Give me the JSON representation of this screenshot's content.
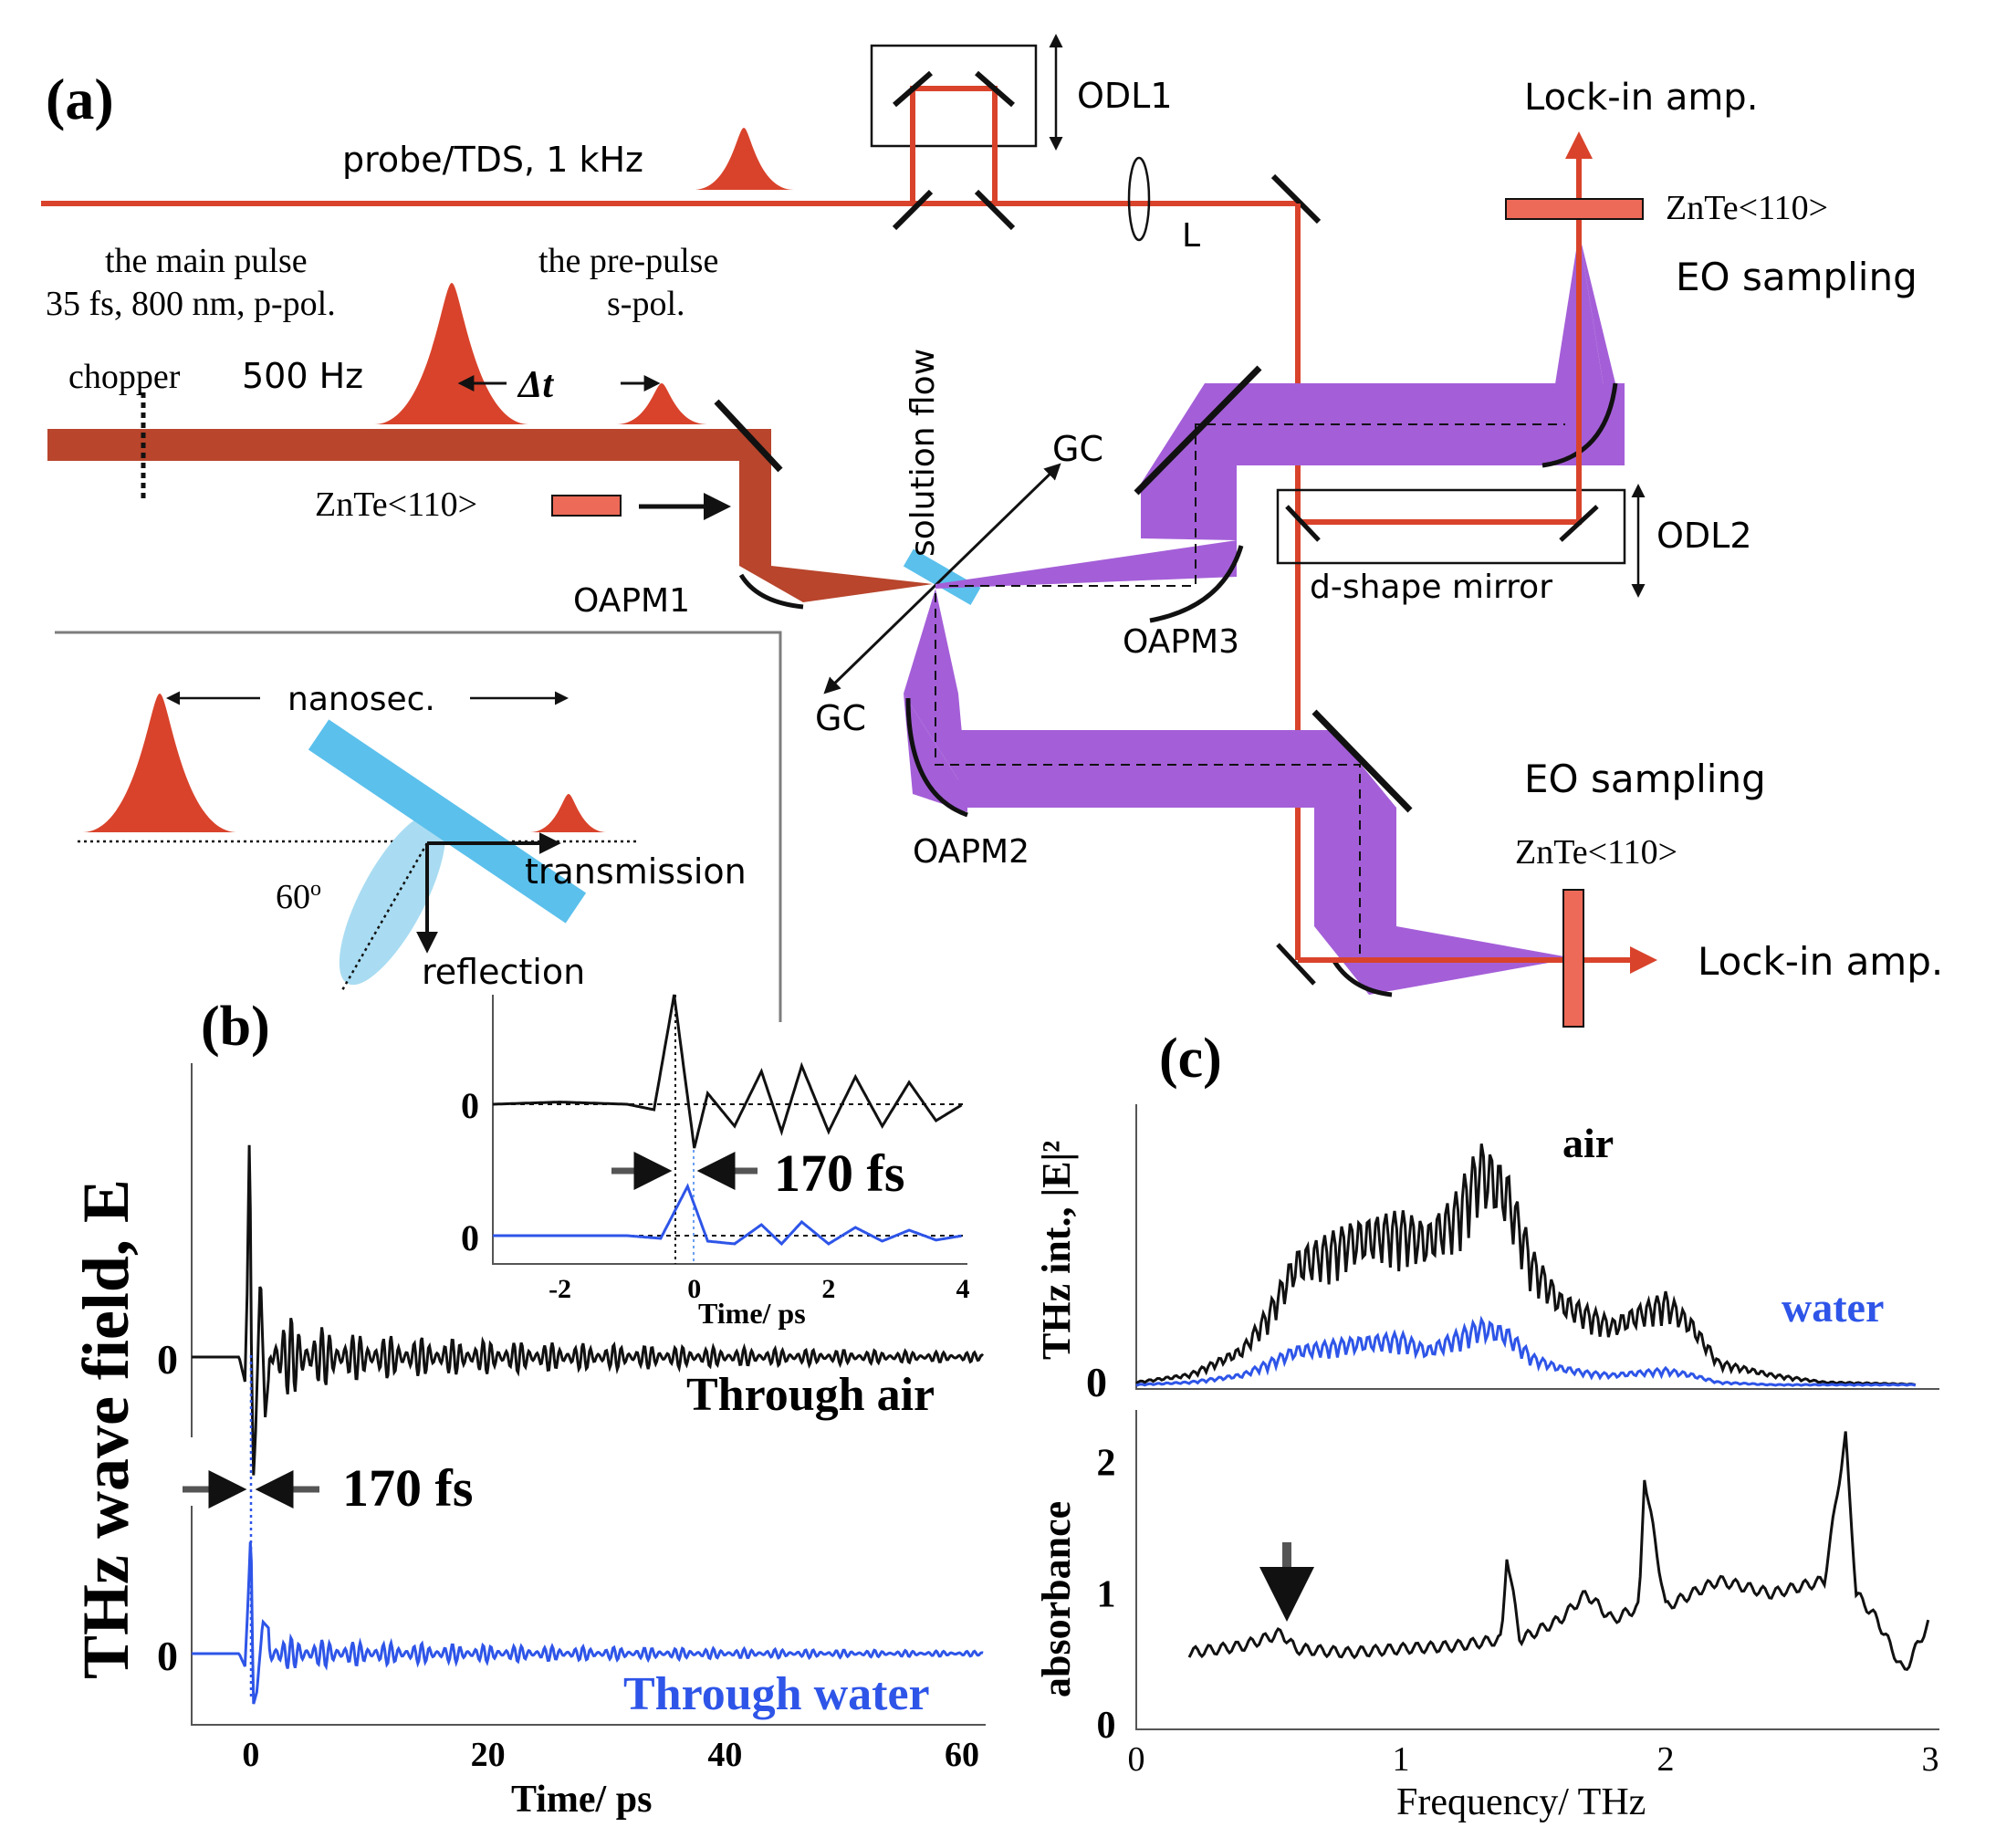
{
  "colors": {
    "laser": "#d9432b",
    "main_beam": "#b8452c",
    "thz_beam": "#a45fd8",
    "sample": "#5bc0ec",
    "sample_light": "#a9dcf2",
    "crystal": "#ec6a57",
    "water_trace": "#2e55e8",
    "air_trace": "#111111",
    "frame": "#7d7d7d"
  },
  "panel_a": {
    "panel_label": "(a)",
    "probe": "probe/TDS, 1 kHz",
    "odl1": "ODL1",
    "lens": "L",
    "lockin_top": "Lock-in amp.",
    "znte_top": "ZnTe<110>",
    "eo_top": "EO sampling",
    "main_pulse_1": "the main pulse",
    "main_pulse_2": "35 fs, 800 nm, p-pol.",
    "pre_pulse_1": "the pre-pulse",
    "pre_pulse_2": "s-pol.",
    "chopper": "chopper",
    "chopper_rate": "500 Hz",
    "delay": "Δt",
    "solution_flow": "solution flow",
    "gc_top": "GC",
    "gc_bottom": "GC",
    "znte_left": "ZnTe<110>",
    "oapm1": "OAPM1",
    "oapm2": "OAPM2",
    "oapm3": "OAPM3",
    "odl2": "ODL2",
    "dshape": "d-shape mirror",
    "eo_bottom": "EO sampling",
    "znte_bottom": "ZnTe<110>",
    "lockin_bottom": "Lock-in amp.",
    "inset": {
      "nanosec": "nanosec.",
      "transmission": "transmission",
      "reflection": "reflection",
      "angle_value": "60",
      "angle_sup": "o"
    }
  },
  "panel_b": {
    "panel_label": "(b)",
    "ylabel": "THz wave field, E",
    "xlabel": "Time/ ps",
    "zero_upper": "0",
    "zero_lower": "0",
    "air_label": "Through air",
    "water_label": "Through water",
    "fs_label": "170 fs",
    "inset": {
      "zero_upper": "0",
      "zero_lower": "0",
      "fs_label": "170 fs",
      "xlabel": "Time/ ps"
    }
  },
  "panel_c": {
    "panel_label": "(c)",
    "top_ylabel": "THz int., |E|²",
    "top_zero": "0",
    "air_label": "air",
    "water_label": "water",
    "bottom_ylabel": "absorbance",
    "xlabel": "Frequency/ THz"
  },
  "chart_data": [
    {
      "type": "line",
      "panel": "b",
      "xlabel": "Time/ ps",
      "ylabel": "THz wave field, E",
      "xlim": [
        -5,
        62
      ],
      "xticks": [
        0,
        20,
        40,
        60
      ],
      "series": [
        {
          "name": "Through air",
          "x": [
            -5,
            -1,
            -0.5,
            -0.3,
            -0.1,
            0.0,
            0.2,
            0.4,
            0.8,
            1.2,
            2,
            4,
            8,
            15,
            25,
            40,
            60
          ],
          "y": [
            0,
            0,
            -0.1,
            0.3,
            1.0,
            0.2,
            -0.5,
            -0.3,
            0.35,
            -0.25,
            0.2,
            0.15,
            0.1,
            0.08,
            0.06,
            0.04,
            0.02
          ]
        },
        {
          "name": "Through water",
          "x": [
            -5,
            -1,
            -0.5,
            -0.2,
            0.0,
            0.2,
            0.5,
            1,
            2,
            4,
            8,
            15,
            25,
            40,
            60
          ],
          "y": [
            0,
            0,
            -0.1,
            0.5,
            1.0,
            -0.4,
            -0.3,
            0.25,
            0.15,
            0.12,
            0.1,
            0.08,
            0.06,
            0.04,
            0.02
          ]
        }
      ]
    },
    {
      "type": "line",
      "panel": "b-inset",
      "xlabel": "Time/ ps",
      "xlim": [
        -3,
        4
      ],
      "xticks": [
        -2,
        0,
        2,
        4
      ],
      "series": [
        {
          "name": "air",
          "x": [
            -3,
            -2,
            -1,
            -0.6,
            -0.3,
            0.0,
            0.2,
            0.6,
            1.0,
            1.3,
            1.6,
            2,
            2.4,
            2.8,
            3.2,
            3.6,
            4
          ],
          "y": [
            0,
            0.02,
            0,
            -0.05,
            1.0,
            -0.4,
            0.1,
            -0.2,
            0.3,
            -0.25,
            0.35,
            -0.25,
            0.25,
            -0.2,
            0.2,
            -0.15,
            0
          ]
        },
        {
          "name": "water",
          "x": [
            -3,
            -2,
            -1,
            -0.5,
            -0.1,
            0.2,
            0.6,
            1.0,
            1.3,
            1.6,
            2,
            2.4,
            2.8,
            3.2,
            3.6,
            4
          ],
          "y": [
            0,
            0,
            0,
            -0.05,
            0.9,
            -0.1,
            -0.15,
            0.2,
            -0.15,
            0.25,
            -0.15,
            0.15,
            -0.1,
            0.1,
            -0.08,
            0
          ]
        }
      ]
    },
    {
      "type": "line",
      "panel": "c-top",
      "ylabel": "THz int., |E|²",
      "xlim": [
        0,
        3
      ],
      "series": [
        {
          "name": "air",
          "x": [
            0,
            0.2,
            0.4,
            0.5,
            0.6,
            0.8,
            1.0,
            1.1,
            1.2,
            1.3,
            1.4,
            1.5,
            1.6,
            1.7,
            1.8,
            1.9,
            2.0,
            2.1,
            2.2,
            2.4,
            2.6,
            3.0
          ],
          "y": [
            0.02,
            0.05,
            0.15,
            0.3,
            0.5,
            0.6,
            0.65,
            0.6,
            0.7,
            0.9,
            0.8,
            0.5,
            0.35,
            0.3,
            0.25,
            0.3,
            0.35,
            0.25,
            0.1,
            0.05,
            0.02,
            0.01
          ]
        },
        {
          "name": "water",
          "x": [
            0,
            0.2,
            0.4,
            0.5,
            0.6,
            0.8,
            1.0,
            1.1,
            1.2,
            1.3,
            1.4,
            1.5,
            1.6,
            1.7,
            1.8,
            1.9,
            2.0,
            2.1,
            2.2,
            2.4,
            3.0
          ],
          "y": [
            0.01,
            0.02,
            0.05,
            0.1,
            0.15,
            0.18,
            0.2,
            0.15,
            0.2,
            0.25,
            0.22,
            0.12,
            0.08,
            0.06,
            0.05,
            0.06,
            0.07,
            0.05,
            0.02,
            0.01,
            0.01
          ]
        }
      ]
    },
    {
      "type": "line",
      "panel": "c-bottom",
      "xlabel": "Frequency/ THz",
      "ylabel": "absorbance",
      "xlim": [
        0,
        3
      ],
      "ylim": [
        0,
        2.4
      ],
      "xticks": [
        0,
        1,
        2,
        3
      ],
      "yticks": [
        0,
        1,
        2
      ],
      "series": [
        {
          "name": "absorbance",
          "x": [
            0.2,
            0.4,
            0.55,
            0.6,
            0.8,
            1.0,
            1.2,
            1.38,
            1.4,
            1.45,
            1.6,
            1.7,
            1.8,
            1.9,
            1.92,
            2.0,
            2.2,
            2.4,
            2.6,
            2.68,
            2.72,
            2.8,
            2.9,
            3.0
          ],
          "y": [
            0.55,
            0.6,
            0.7,
            0.58,
            0.55,
            0.58,
            0.6,
            0.65,
            1.3,
            0.65,
            0.8,
            1.0,
            0.8,
            0.9,
            1.9,
            0.9,
            1.1,
            1.0,
            1.1,
            2.2,
            1.0,
            0.8,
            0.4,
            0.8
          ]
        }
      ]
    }
  ]
}
